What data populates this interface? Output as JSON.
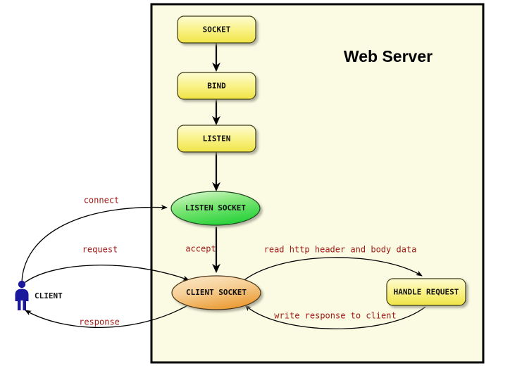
{
  "diagram": {
    "title": "Web Server",
    "container_label": "Web Server",
    "background": "#ffffff",
    "server_panel_fill": "#fbfbe3",
    "server_panel_stroke": "#000000",
    "label_color": "#a01c18",
    "node_text_color": "#111111"
  },
  "actor": {
    "name": "CLIENT",
    "icon": "person-icon",
    "color": "#1b189e"
  },
  "nodes": [
    {
      "id": "socket",
      "label": "SOCKET",
      "shape": "rounded-rect",
      "fill": "#f5ef6a"
    },
    {
      "id": "bind",
      "label": "BIND",
      "shape": "rounded-rect",
      "fill": "#f5ef6a"
    },
    {
      "id": "listen",
      "label": "LISTEN",
      "shape": "rounded-rect",
      "fill": "#f5ef6a"
    },
    {
      "id": "listen_socket",
      "label": "LISTEN SOCKET",
      "shape": "ellipse",
      "fill": "#4ddb57"
    },
    {
      "id": "client_socket",
      "label": "CLIENT SOCKET",
      "shape": "ellipse",
      "fill": "#efa84a"
    },
    {
      "id": "handle_request",
      "label": "HANDLE REQUEST",
      "shape": "rounded-rect",
      "fill": "#f5ef6a"
    }
  ],
  "edges": [
    {
      "id": "e1",
      "from": "socket",
      "to": "bind",
      "label": ""
    },
    {
      "id": "e2",
      "from": "bind",
      "to": "listen",
      "label": ""
    },
    {
      "id": "e3",
      "from": "listen",
      "to": "listen_socket",
      "label": ""
    },
    {
      "id": "e4",
      "from": "client",
      "to": "listen_socket",
      "label": "connect"
    },
    {
      "id": "e5",
      "from": "listen_socket",
      "to": "client_socket",
      "label": "accept"
    },
    {
      "id": "e6",
      "from": "client",
      "to": "client_socket",
      "label": "request"
    },
    {
      "id": "e7",
      "from": "client_socket",
      "to": "handle_request",
      "label": "read http header and body data"
    },
    {
      "id": "e8",
      "from": "handle_request",
      "to": "client_socket",
      "label": "write response to client"
    },
    {
      "id": "e9",
      "from": "client_socket",
      "to": "client",
      "label": "response"
    }
  ],
  "labels": {
    "connect": "connect",
    "request": "request",
    "response": "response",
    "accept": "accept",
    "read_http": "read http header and body data",
    "write_response": "write response to client"
  }
}
